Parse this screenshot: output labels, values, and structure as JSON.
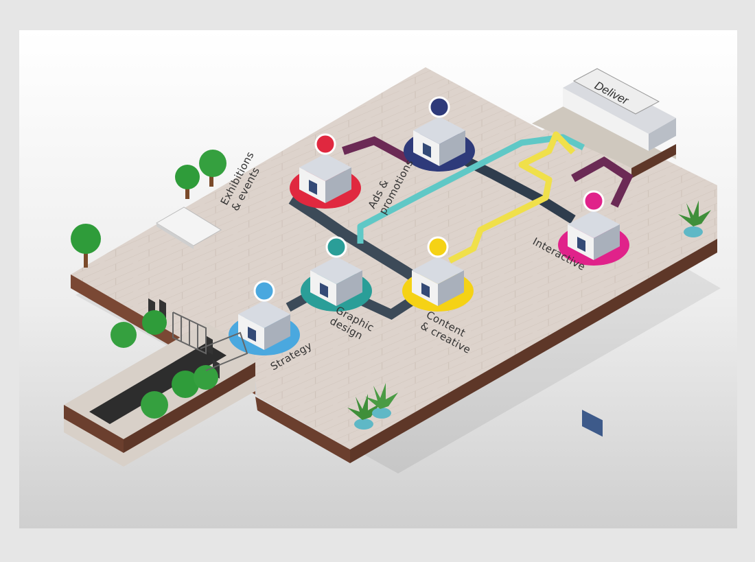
{
  "poster": {
    "sign_label": "Deliver",
    "stations": [
      {
        "id": "exhibitions",
        "lines": [
          "Exhibitions",
          "& events"
        ],
        "color": "#e0283f",
        "icon": "booth-icon"
      },
      {
        "id": "ads",
        "lines": [
          "Ads &",
          "promotions"
        ],
        "color": "#2e3a7a",
        "icon": "megaphone-icon"
      },
      {
        "id": "strategy",
        "lines": [
          "Strategy"
        ],
        "color": "#4aa8df",
        "icon": "lightbulb-icon"
      },
      {
        "id": "graphic",
        "lines": [
          "Graphic",
          "design"
        ],
        "color": "#2a9e98",
        "icon": "pencil-ruler-icon"
      },
      {
        "id": "content",
        "lines": [
          "Content",
          "& creative"
        ],
        "color": "#f5d215",
        "icon": "typewriter-icon"
      },
      {
        "id": "interactive",
        "lines": [
          "Interactive"
        ],
        "color": "#e0228a",
        "icon": "touchscreen-icon"
      }
    ],
    "colors": {
      "floor": "#ddd4cd",
      "floor_edge": "#6b3f2e",
      "conveyor": "#3c4a58",
      "pipe_teal": "#5fc8c6",
      "pipe_yellow": "#f0e04a",
      "pipe_purple": "#6b2a55"
    }
  }
}
